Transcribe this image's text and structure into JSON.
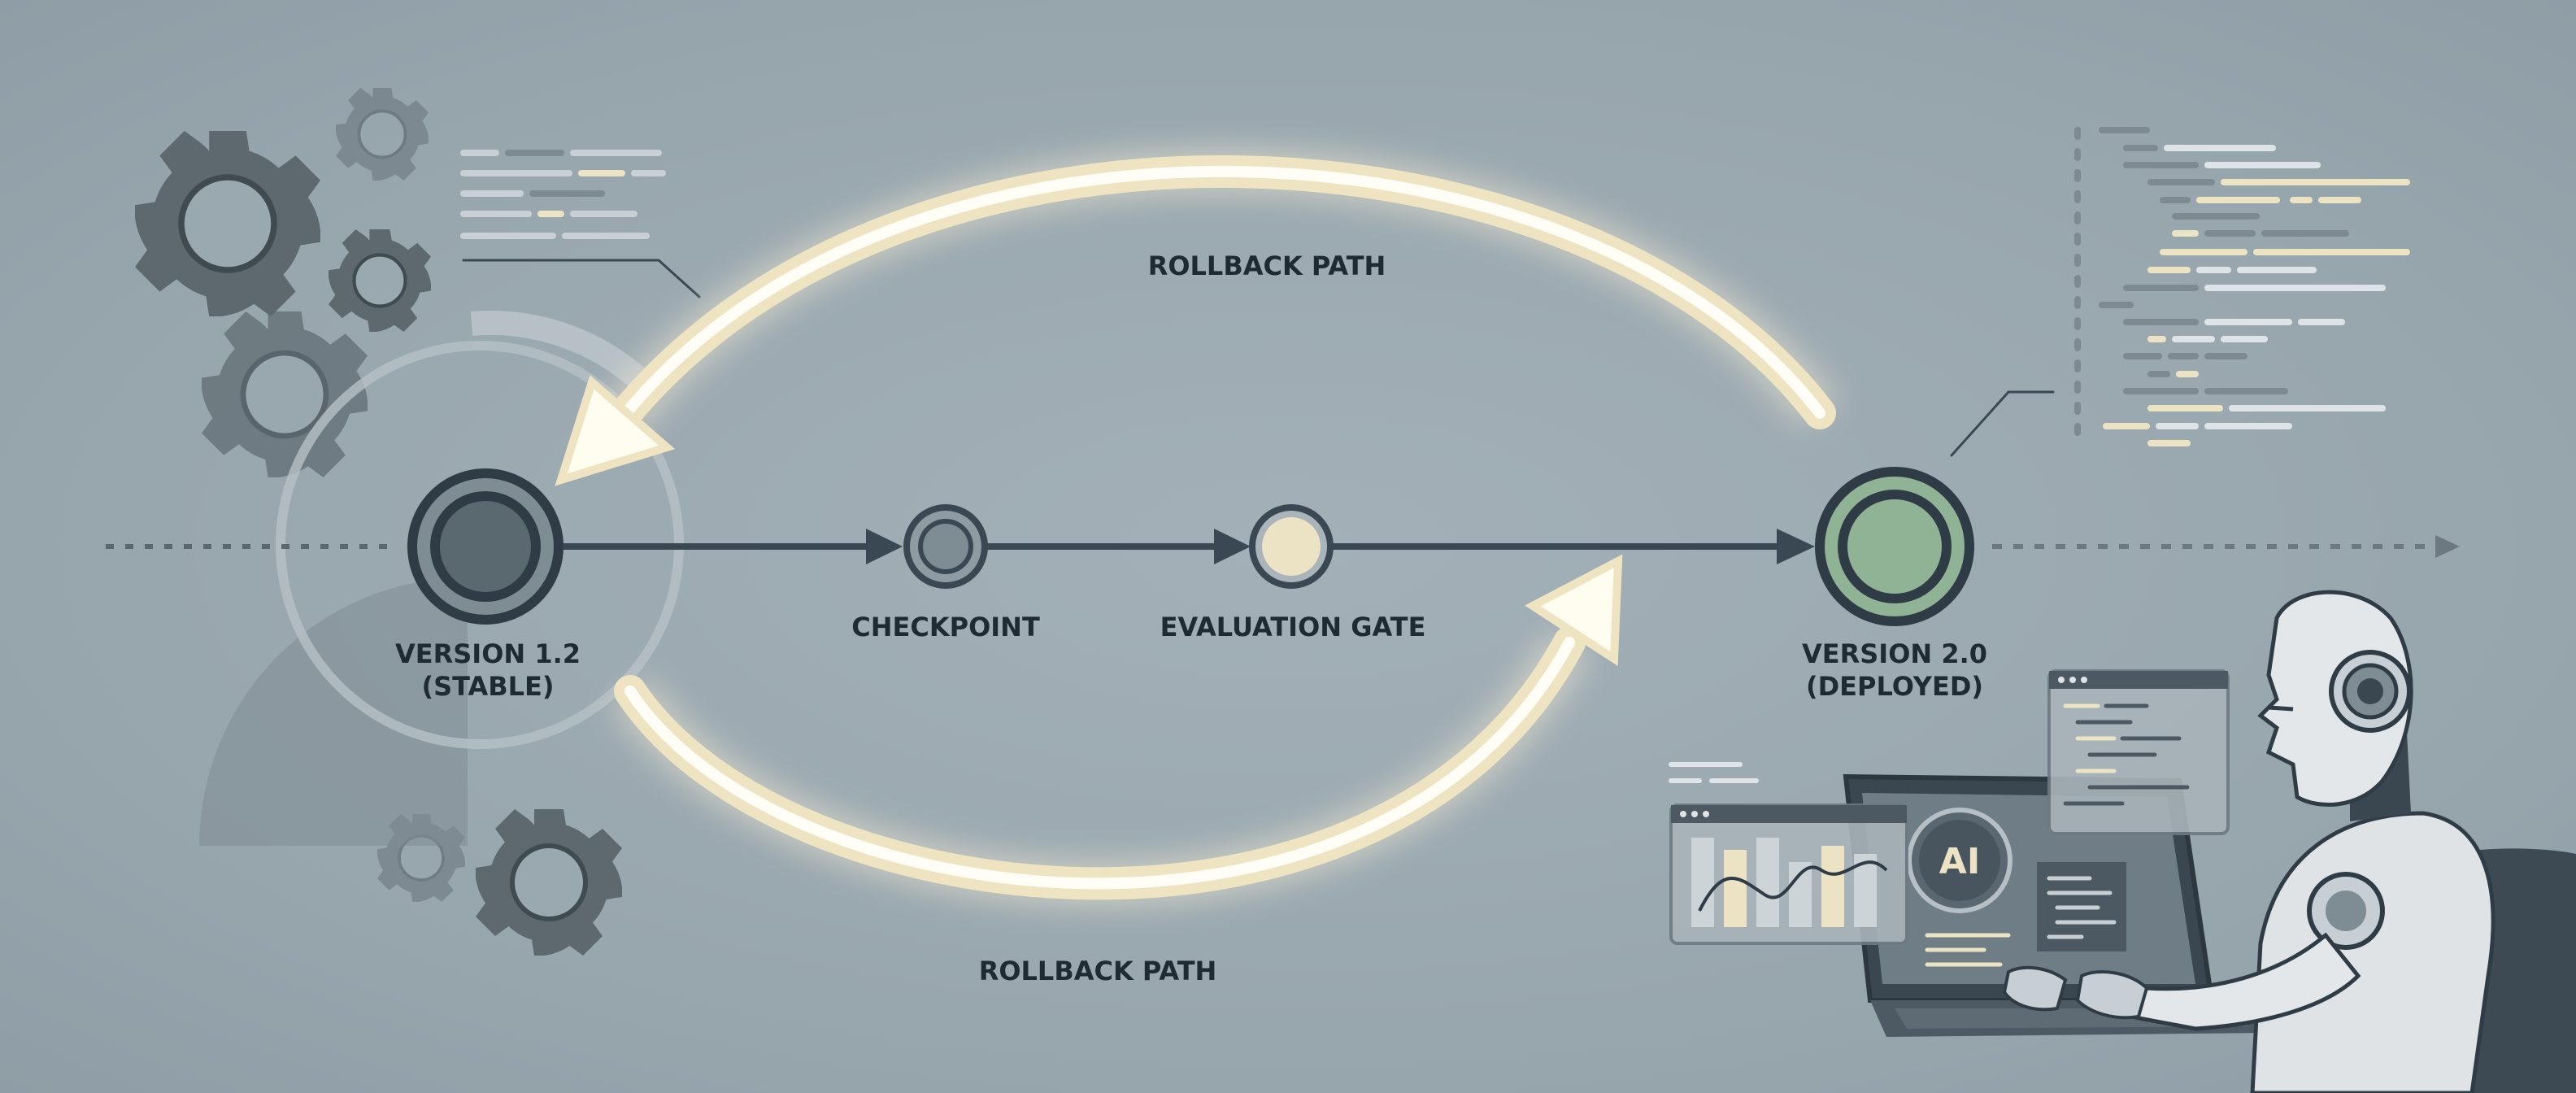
{
  "labels": {
    "rollback_top": "ROLLBACK PATH",
    "rollback_bottom": "ROLLBACK PATH",
    "v12_line1": "VERSION 1.2",
    "v12_line2": "(STABLE)",
    "checkpoint": "CHECKPOINT",
    "eval_gate": "EVALUATION GATE",
    "v20_line1": "VERSION 2.0",
    "v20_line2": "(DEPLOYED)",
    "ai_badge": "AI"
  },
  "colors": {
    "background": "#9aa8b0",
    "line": "#3a4853",
    "node_stable": "#5a6870",
    "node_checkpoint": "#7e8c94",
    "node_eval": "#ece3c4",
    "node_deployed": "#8fb394",
    "glow": "#f3ead0",
    "gear": "#59656c"
  },
  "icons": [
    "gear-icon",
    "robot-figure",
    "laptop-icon",
    "chart-panel-icon",
    "code-panel-icon"
  ]
}
